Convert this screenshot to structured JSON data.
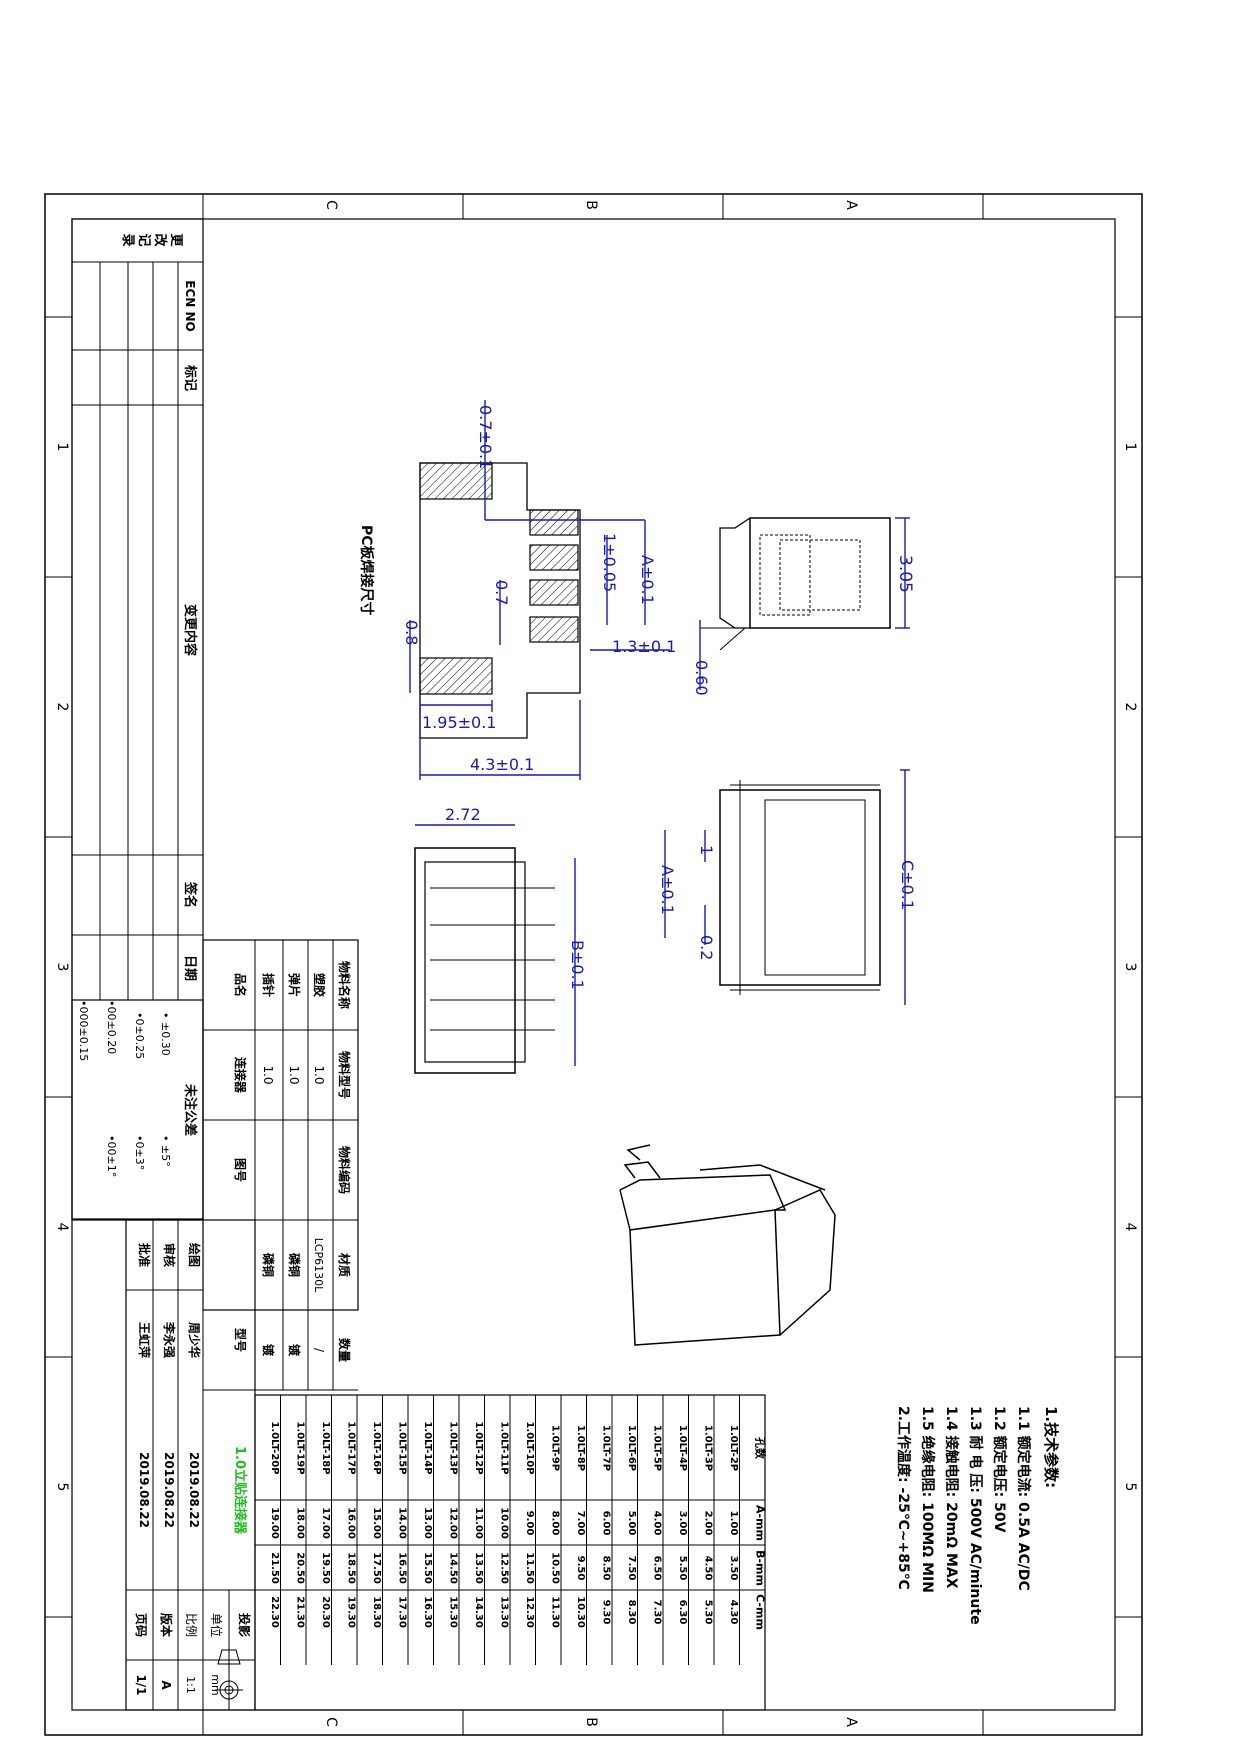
{
  "zones": {
    "letters": [
      "C",
      "B",
      "A"
    ],
    "numbers": [
      "1",
      "2",
      "3",
      "4",
      "5"
    ]
  },
  "change_table": {
    "header_lines": [
      "更",
      "改",
      "记",
      "录"
    ],
    "col_ecn": "ECN NO",
    "col_mark": "标记",
    "col_content": "变更内容",
    "col_sign": "签名",
    "col_date": "日期"
  },
  "tolerance": {
    "title": "未注公差",
    "rows": [
      [
        "• ±0.30",
        "• ±5°"
      ],
      [
        "•0±0.25",
        "•0±3°"
      ],
      [
        "•00±0.20",
        "•00±1°"
      ],
      [
        "•000±0.15",
        ""
      ]
    ]
  },
  "material_table": {
    "headers": [
      "物料名称",
      "物料型号",
      "物料编码",
      "材质",
      "数量"
    ],
    "rows": [
      [
        "塑胶",
        "1.0",
        "",
        "LCP6130L",
        "/"
      ],
      [
        "弹片",
        "1.0",
        "",
        "磷铜",
        "镀"
      ],
      [
        "插针",
        "1.0",
        "",
        "磷铜",
        "镀"
      ]
    ]
  },
  "title_block": {
    "product_label": "品名",
    "product_value": "连接器",
    "drawing_no_label": "图号",
    "model_label": "型号",
    "model_value": "1.0立贴连接器",
    "drawn_label": "绘图",
    "drawn_name": "周少华",
    "drawn_date": "2019.08.22",
    "checked_label": "审核",
    "checked_name": "李永强",
    "checked_date": "2019.08.22",
    "approved_label": "批准",
    "approved_name": "王虹萍",
    "approved_date": "2019.08.22",
    "projection_label": "投影",
    "unit_label": "单位",
    "unit_value": "mm",
    "scale_label": "比例",
    "scale_value": "1:1",
    "version_label": "版本",
    "version_value": "A",
    "page_label": "页码",
    "page_value": "1/1"
  },
  "spec_table": {
    "headers": [
      "孔数",
      "A-mm",
      "B-mm",
      "C-mm"
    ],
    "rows": [
      [
        "1.0LT-2P",
        "1.00",
        "3.50",
        "4.30"
      ],
      [
        "1.0LT-3P",
        "2.00",
        "4.50",
        "5.30"
      ],
      [
        "1.0LT-4P",
        "3.00",
        "5.50",
        "6.30"
      ],
      [
        "1.0LT-5P",
        "4.00",
        "6.50",
        "7.30"
      ],
      [
        "1.0LT-6P",
        "5.00",
        "7.50",
        "8.30"
      ],
      [
        "1.0LT-7P",
        "6.00",
        "8.50",
        "9.30"
      ],
      [
        "1.0LT-8P",
        "7.00",
        "9.50",
        "10.30"
      ],
      [
        "1.0LT-9P",
        "8.00",
        "10.50",
        "11.30"
      ],
      [
        "1.0LT-10P",
        "9.00",
        "11.50",
        "12.30"
      ],
      [
        "1.0LT-11P",
        "10.00",
        "12.50",
        "13.30"
      ],
      [
        "1.0LT-12P",
        "11.00",
        "13.50",
        "14.30"
      ],
      [
        "1.0LT-13P",
        "12.00",
        "14.50",
        "15.30"
      ],
      [
        "1.0LT-14P",
        "13.00",
        "15.50",
        "16.30"
      ],
      [
        "1.0LT-15P",
        "14.00",
        "16.50",
        "17.30"
      ],
      [
        "1.0LT-16P",
        "15.00",
        "17.50",
        "18.30"
      ],
      [
        "1.0LT-17P",
        "16.00",
        "18.50",
        "19.30"
      ],
      [
        "1.0LT-18P",
        "17.00",
        "19.50",
        "20.30"
      ],
      [
        "1.0LT-19P",
        "18.00",
        "20.50",
        "21.30"
      ],
      [
        "1.0LT-20P",
        "19.00",
        "21.50",
        "22.30"
      ]
    ]
  },
  "tech_params": {
    "title": "1.技术参数:",
    "lines": [
      "1.1 额定电流: 0.5A AC/DC",
      "1.2 额定电压: 50V",
      "1.3 耐 电 压: 500V AC/minute",
      "1.4 接触电阻: 20mΩ MAX",
      "1.5 绝缘电阻: 100MΩ MIN",
      "2.工作温度: -25℃~+85℃"
    ]
  },
  "dimensions": {
    "pcb_title": "PC板焊接尺寸",
    "d_07_01": "0.7±0.1",
    "d_1_005": "1±0.05",
    "d_A": "A±0.1",
    "d_07": "0.7",
    "d_08": "0.8",
    "d_13": "1.3±0.1",
    "d_195": "1.95±0.1",
    "d_43": "4.3±0.1",
    "d_305": "3.05",
    "d_060": "0.60",
    "d_272": "2.72",
    "d_B": "B±0.1",
    "d_C": "C±0.1",
    "d_1": "1",
    "d_02": "0.2",
    "d_A2": "A±0.1"
  }
}
